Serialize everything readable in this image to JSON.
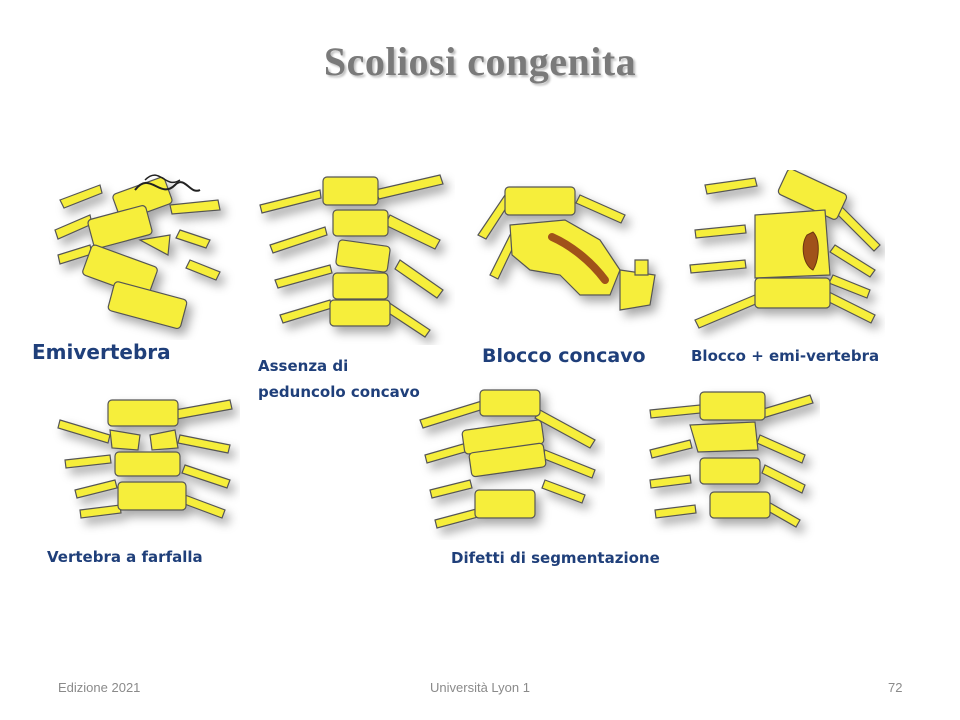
{
  "slide": {
    "title": "Scoliosi congenita"
  },
  "labels": {
    "emivertebra": "Emivertebra",
    "assenza_line1": "Assenza di",
    "assenza_line2": "peduncolo concavo",
    "blocco_concavo": "Blocco concavo",
    "blocco_emi": "Blocco + emi-vertebra",
    "farfalla": "Vertebra a farfalla",
    "difetti": "Difetti di segmentazione"
  },
  "footer": {
    "left": "Edizione 2021",
    "center": "Università Lyon 1",
    "page": "72"
  }
}
